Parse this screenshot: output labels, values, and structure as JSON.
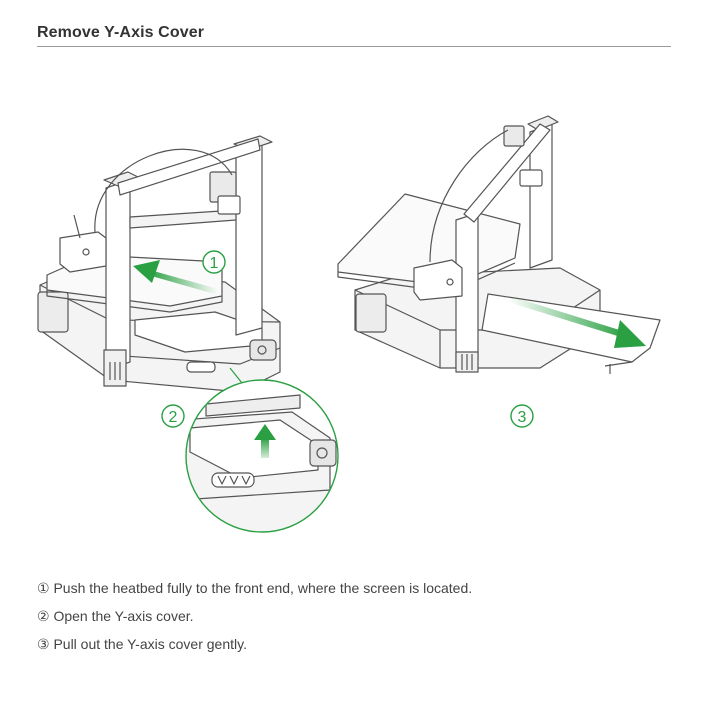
{
  "header": {
    "title": "Remove Y-Axis Cover"
  },
  "markers": [
    "①",
    "②",
    "③"
  ],
  "steps": [
    "① Push the heatbed fully to the front end, where the screen is located.",
    "② Open the Y-axis cover.",
    "③ Pull out the Y-axis cover gently."
  ],
  "colors": {
    "accent": "#2aa043",
    "line": "#555555",
    "rule": "#9a9a9a"
  },
  "icons": [
    "arrow-push-icon",
    "arrow-up-icon",
    "arrow-pull-icon"
  ]
}
